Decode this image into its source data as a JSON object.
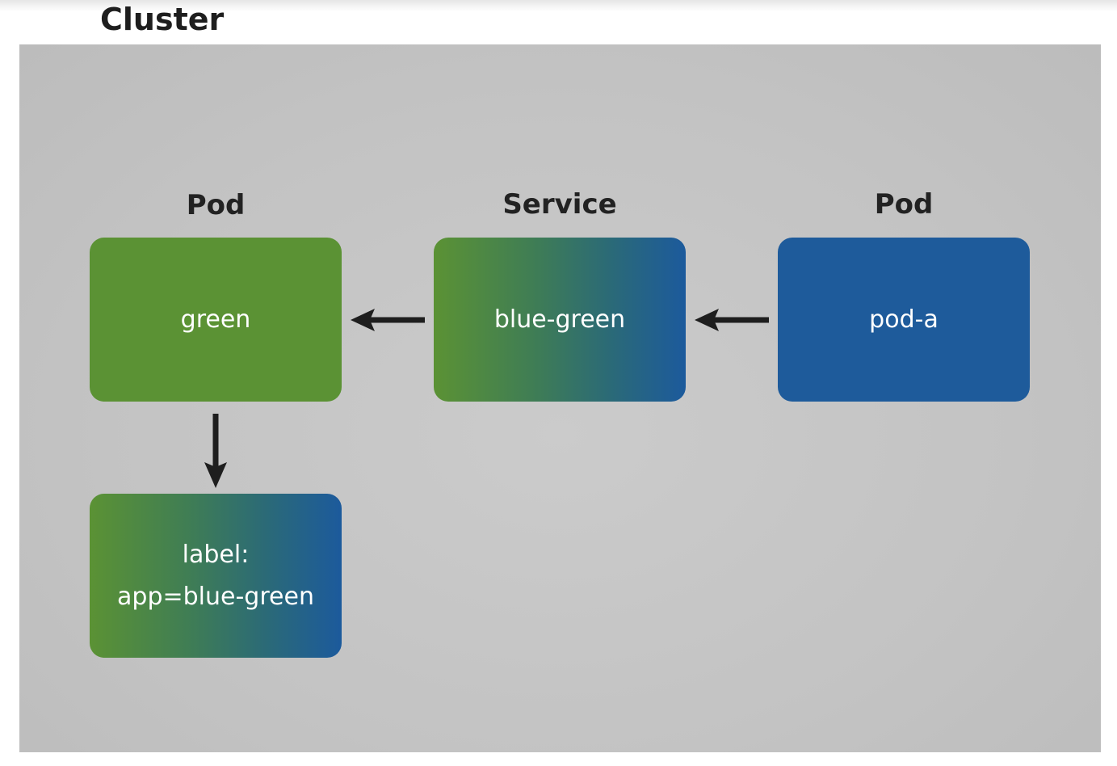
{
  "diagram": {
    "title": "Cluster",
    "columns": [
      {
        "heading": "Pod",
        "box_label": "green"
      },
      {
        "heading": "Service",
        "box_label": "blue-green"
      },
      {
        "heading": "Pod",
        "box_label": "pod-a"
      }
    ],
    "label_box": {
      "line1": "label:",
      "line2": "app=blue-green"
    },
    "edges": [
      {
        "from": "pod-a",
        "to": "blue-green"
      },
      {
        "from": "blue-green",
        "to": "green"
      },
      {
        "from": "green",
        "to": "label:app=blue-green"
      }
    ],
    "colors": {
      "green": "#5b9234",
      "blue": "#1e5b9b",
      "background": "#c4c4c4",
      "arrow": "#1e1e1e"
    }
  }
}
